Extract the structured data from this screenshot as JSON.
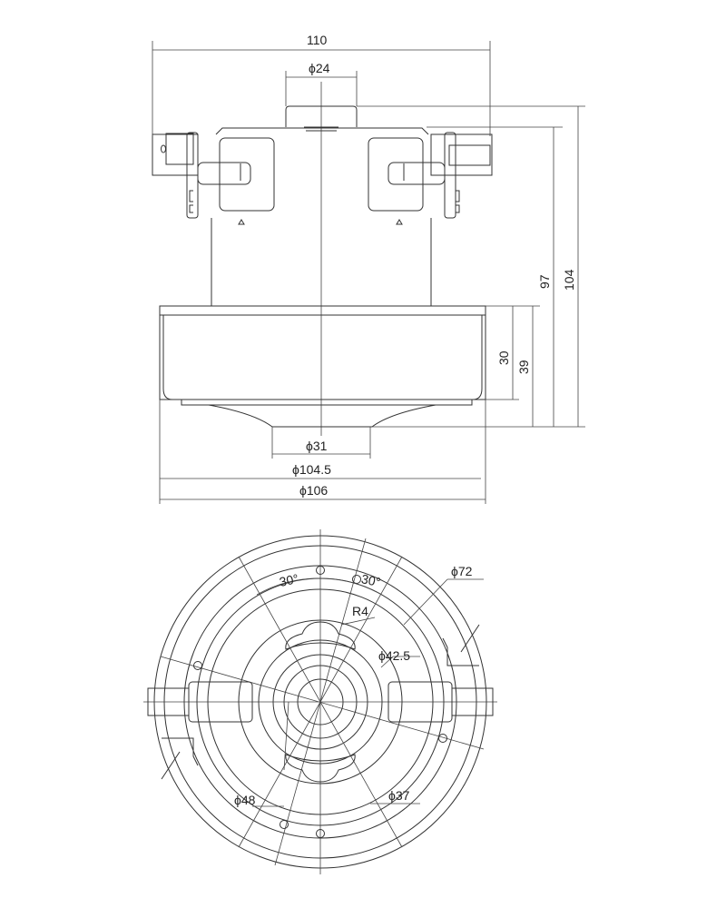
{
  "side_view": {
    "dims": {
      "overall_width": "110",
      "cap_diameter": "ϕ24",
      "outlet_diameter": "ϕ31",
      "flange_diameter_inner": "ϕ104.5",
      "flange_diameter_outer": "ϕ106",
      "height_body": "97",
      "height_total": "104",
      "flange_height": "30",
      "flange_height_total": "39"
    }
  },
  "bottom_view": {
    "dims": {
      "angle_left": "30°",
      "angle_right": "30°",
      "radius": "R4",
      "diameter_72": "ϕ72",
      "diameter_42_5": "ϕ42.5",
      "diameter_48": "ϕ48",
      "diameter_37": "ϕ37"
    }
  },
  "colors": {
    "line": "#333333",
    "background": "#ffffff"
  }
}
